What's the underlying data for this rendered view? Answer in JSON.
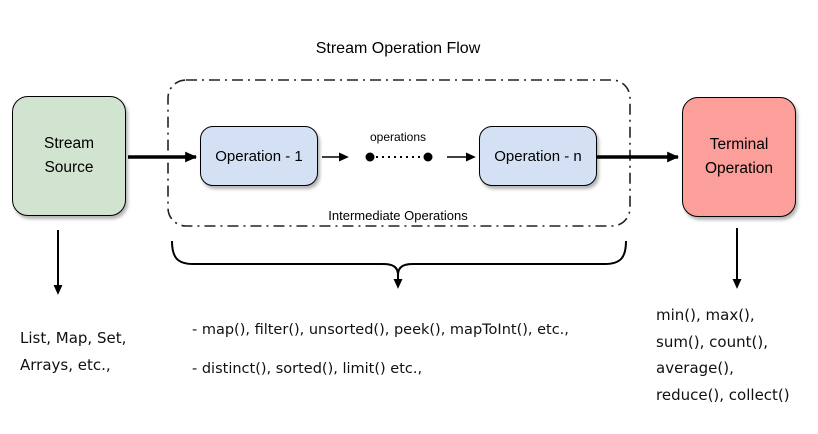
{
  "title": "Stream Operation Flow",
  "diagram": {
    "source_box": {
      "label": "Stream\nSource"
    },
    "operation_1_box": {
      "label": "Operation - 1"
    },
    "operation_n_box": {
      "label": "Operation - n"
    },
    "terminal_box": {
      "label": "Terminal\nOperation"
    },
    "connector_label": "operations",
    "container_label": "Intermediate Operations"
  },
  "annotations": {
    "source_examples": "List, Map, Set,\nArrays, etc.,",
    "intermediate_examples": [
      "- map(), filter(), unsorted(), peek(), mapToInt(), etc.,",
      "- distinct(), sorted(), limit() etc.,"
    ],
    "terminal_examples": "min(), max(),\nsum(), count(),\naverage(),\nreduce(), collect()"
  },
  "colors": {
    "source_fill": "#d1e4cf",
    "operation_fill": "#d4e1f5",
    "terminal_fill": "#fc9f9a",
    "stroke": "#000000"
  }
}
